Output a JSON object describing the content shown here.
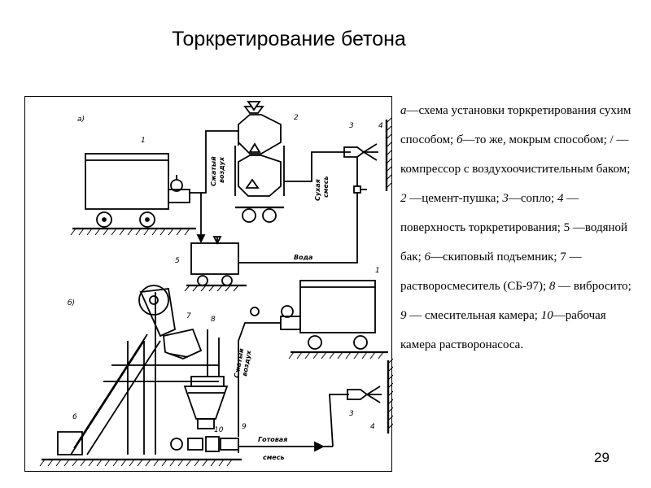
{
  "slide": {
    "title": "Торкретирование бетона",
    "page_number": "29"
  },
  "caption": {
    "parts": [
      {
        "italic": true,
        "text": "а"
      },
      {
        "italic": false,
        "text": "—схема установки торкретирования сухим способом; "
      },
      {
        "italic": true,
        "text": "б"
      },
      {
        "italic": false,
        "text": "—то же, мокрым способом; / — компрессор с воздухоочистительным баком; "
      },
      {
        "italic": true,
        "text": "2"
      },
      {
        "italic": false,
        "text": " —цемент-пушка; "
      },
      {
        "italic": true,
        "text": "3"
      },
      {
        "italic": false,
        "text": "—сопло; "
      },
      {
        "italic": true,
        "text": "4"
      },
      {
        "italic": false,
        "text": " — поверхность торкретирования; 5 —водяной бак; "
      },
      {
        "italic": true,
        "text": "6"
      },
      {
        "italic": false,
        "text": "—скиповый подъемник; 7 — растворосмеситель (СБ-97); "
      },
      {
        "italic": true,
        "text": "8"
      },
      {
        "italic": false,
        "text": " — вибросито; "
      },
      {
        "italic": true,
        "text": "9"
      },
      {
        "italic": false,
        "text": " — смесительная камера; "
      },
      {
        "italic": true,
        "text": "10"
      },
      {
        "italic": false,
        "text": "—рабочая камера растворонасоса."
      }
    ]
  },
  "diagram": {
    "part_a_label": "а)",
    "part_b_label": "б)",
    "numbers": {
      "n1": "1",
      "n2": "2",
      "n3": "3",
      "n4": "4",
      "n5": "5",
      "n6": "6",
      "n7": "7",
      "n8": "8",
      "n9": "9",
      "n10": "10",
      "n1b": "1",
      "n3b": "3",
      "n4b": "4"
    },
    "pipe_labels": {
      "compressed_air_a_1": "Сжатый",
      "compressed_air_a_2": "воздух",
      "dry_mix_1": "Сухая",
      "dry_mix_2": "смесь",
      "water": "Вода",
      "compressed_air_b_1": "Сжатый",
      "compressed_air_b_2": "воздух",
      "ready_mix_1": "Готовая",
      "ready_mix_2": "смесь"
    }
  }
}
